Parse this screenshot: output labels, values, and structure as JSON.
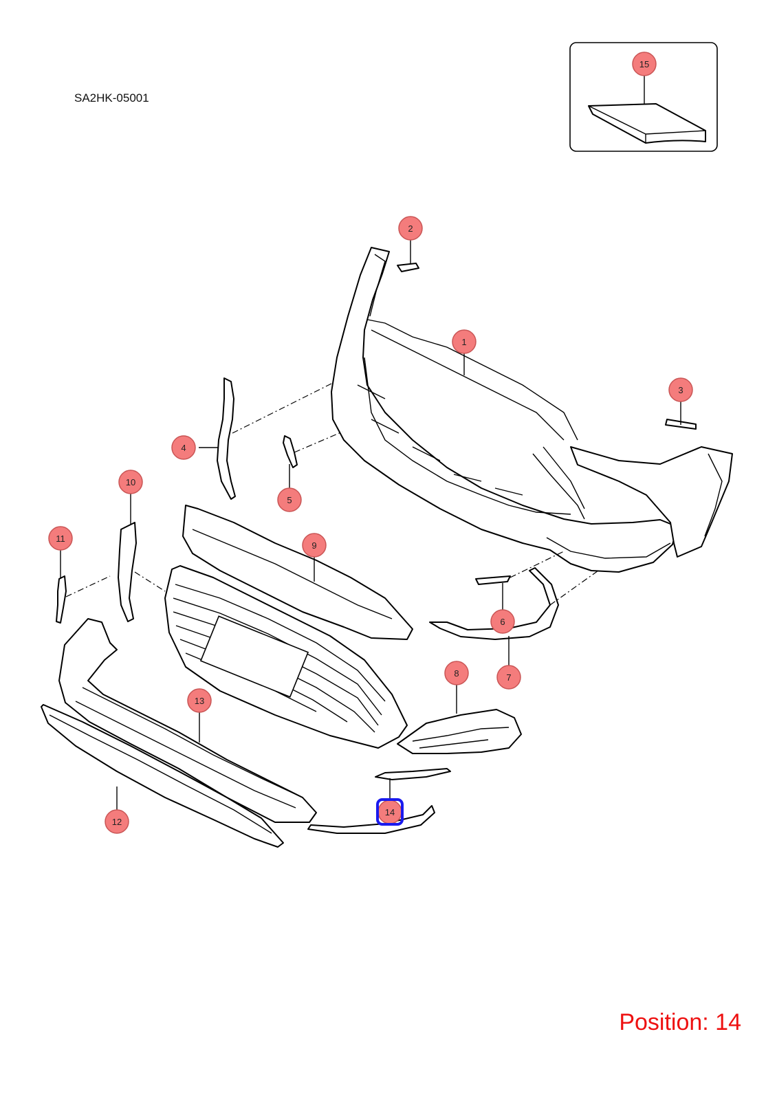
{
  "diagram": {
    "code": "SA2HK-05001",
    "position_label": "Position: 14",
    "selected_callout": "14",
    "colors": {
      "callout_fill": "#f47c7c",
      "callout_stroke": "#c95555",
      "highlight": "#1a1aee",
      "position_text": "#ee1111"
    },
    "callouts": [
      {
        "id": "1",
        "label": "1"
      },
      {
        "id": "2",
        "label": "2"
      },
      {
        "id": "3",
        "label": "3"
      },
      {
        "id": "4",
        "label": "4"
      },
      {
        "id": "5",
        "label": "5"
      },
      {
        "id": "6",
        "label": "6"
      },
      {
        "id": "7",
        "label": "7"
      },
      {
        "id": "8",
        "label": "8"
      },
      {
        "id": "9",
        "label": "9"
      },
      {
        "id": "10",
        "label": "10"
      },
      {
        "id": "11",
        "label": "11"
      },
      {
        "id": "12",
        "label": "12"
      },
      {
        "id": "13",
        "label": "13"
      },
      {
        "id": "14",
        "label": "14"
      },
      {
        "id": "15",
        "label": "15"
      }
    ]
  }
}
